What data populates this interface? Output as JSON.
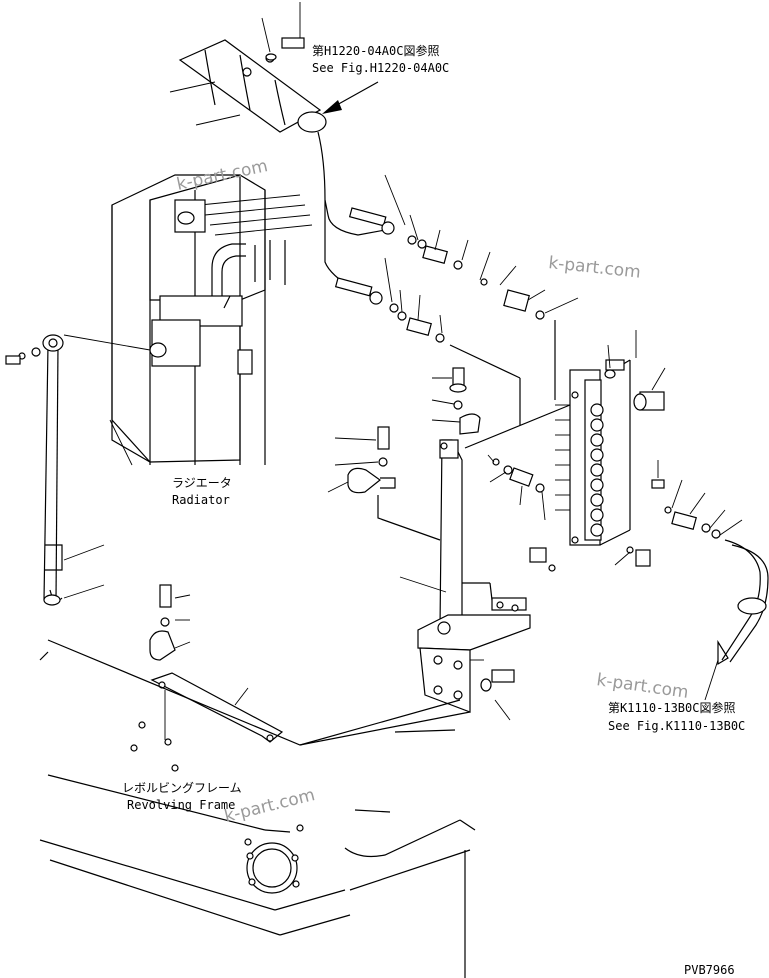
{
  "references": {
    "top_jp": "第H1220-04A0C図参照",
    "top_en": "See Fig.H1220-04A0C",
    "bottom_jp": "第K1110-13B0C図参照",
    "bottom_en": "See Fig.K1110-13B0C"
  },
  "labels": {
    "radiator_jp": "ラジエータ",
    "radiator_en": "Radiator",
    "frame_jp": "レボルビングフレーム",
    "frame_en": "Revolving Frame"
  },
  "watermark": "k-part.com",
  "drawing_number": "PVB7966"
}
